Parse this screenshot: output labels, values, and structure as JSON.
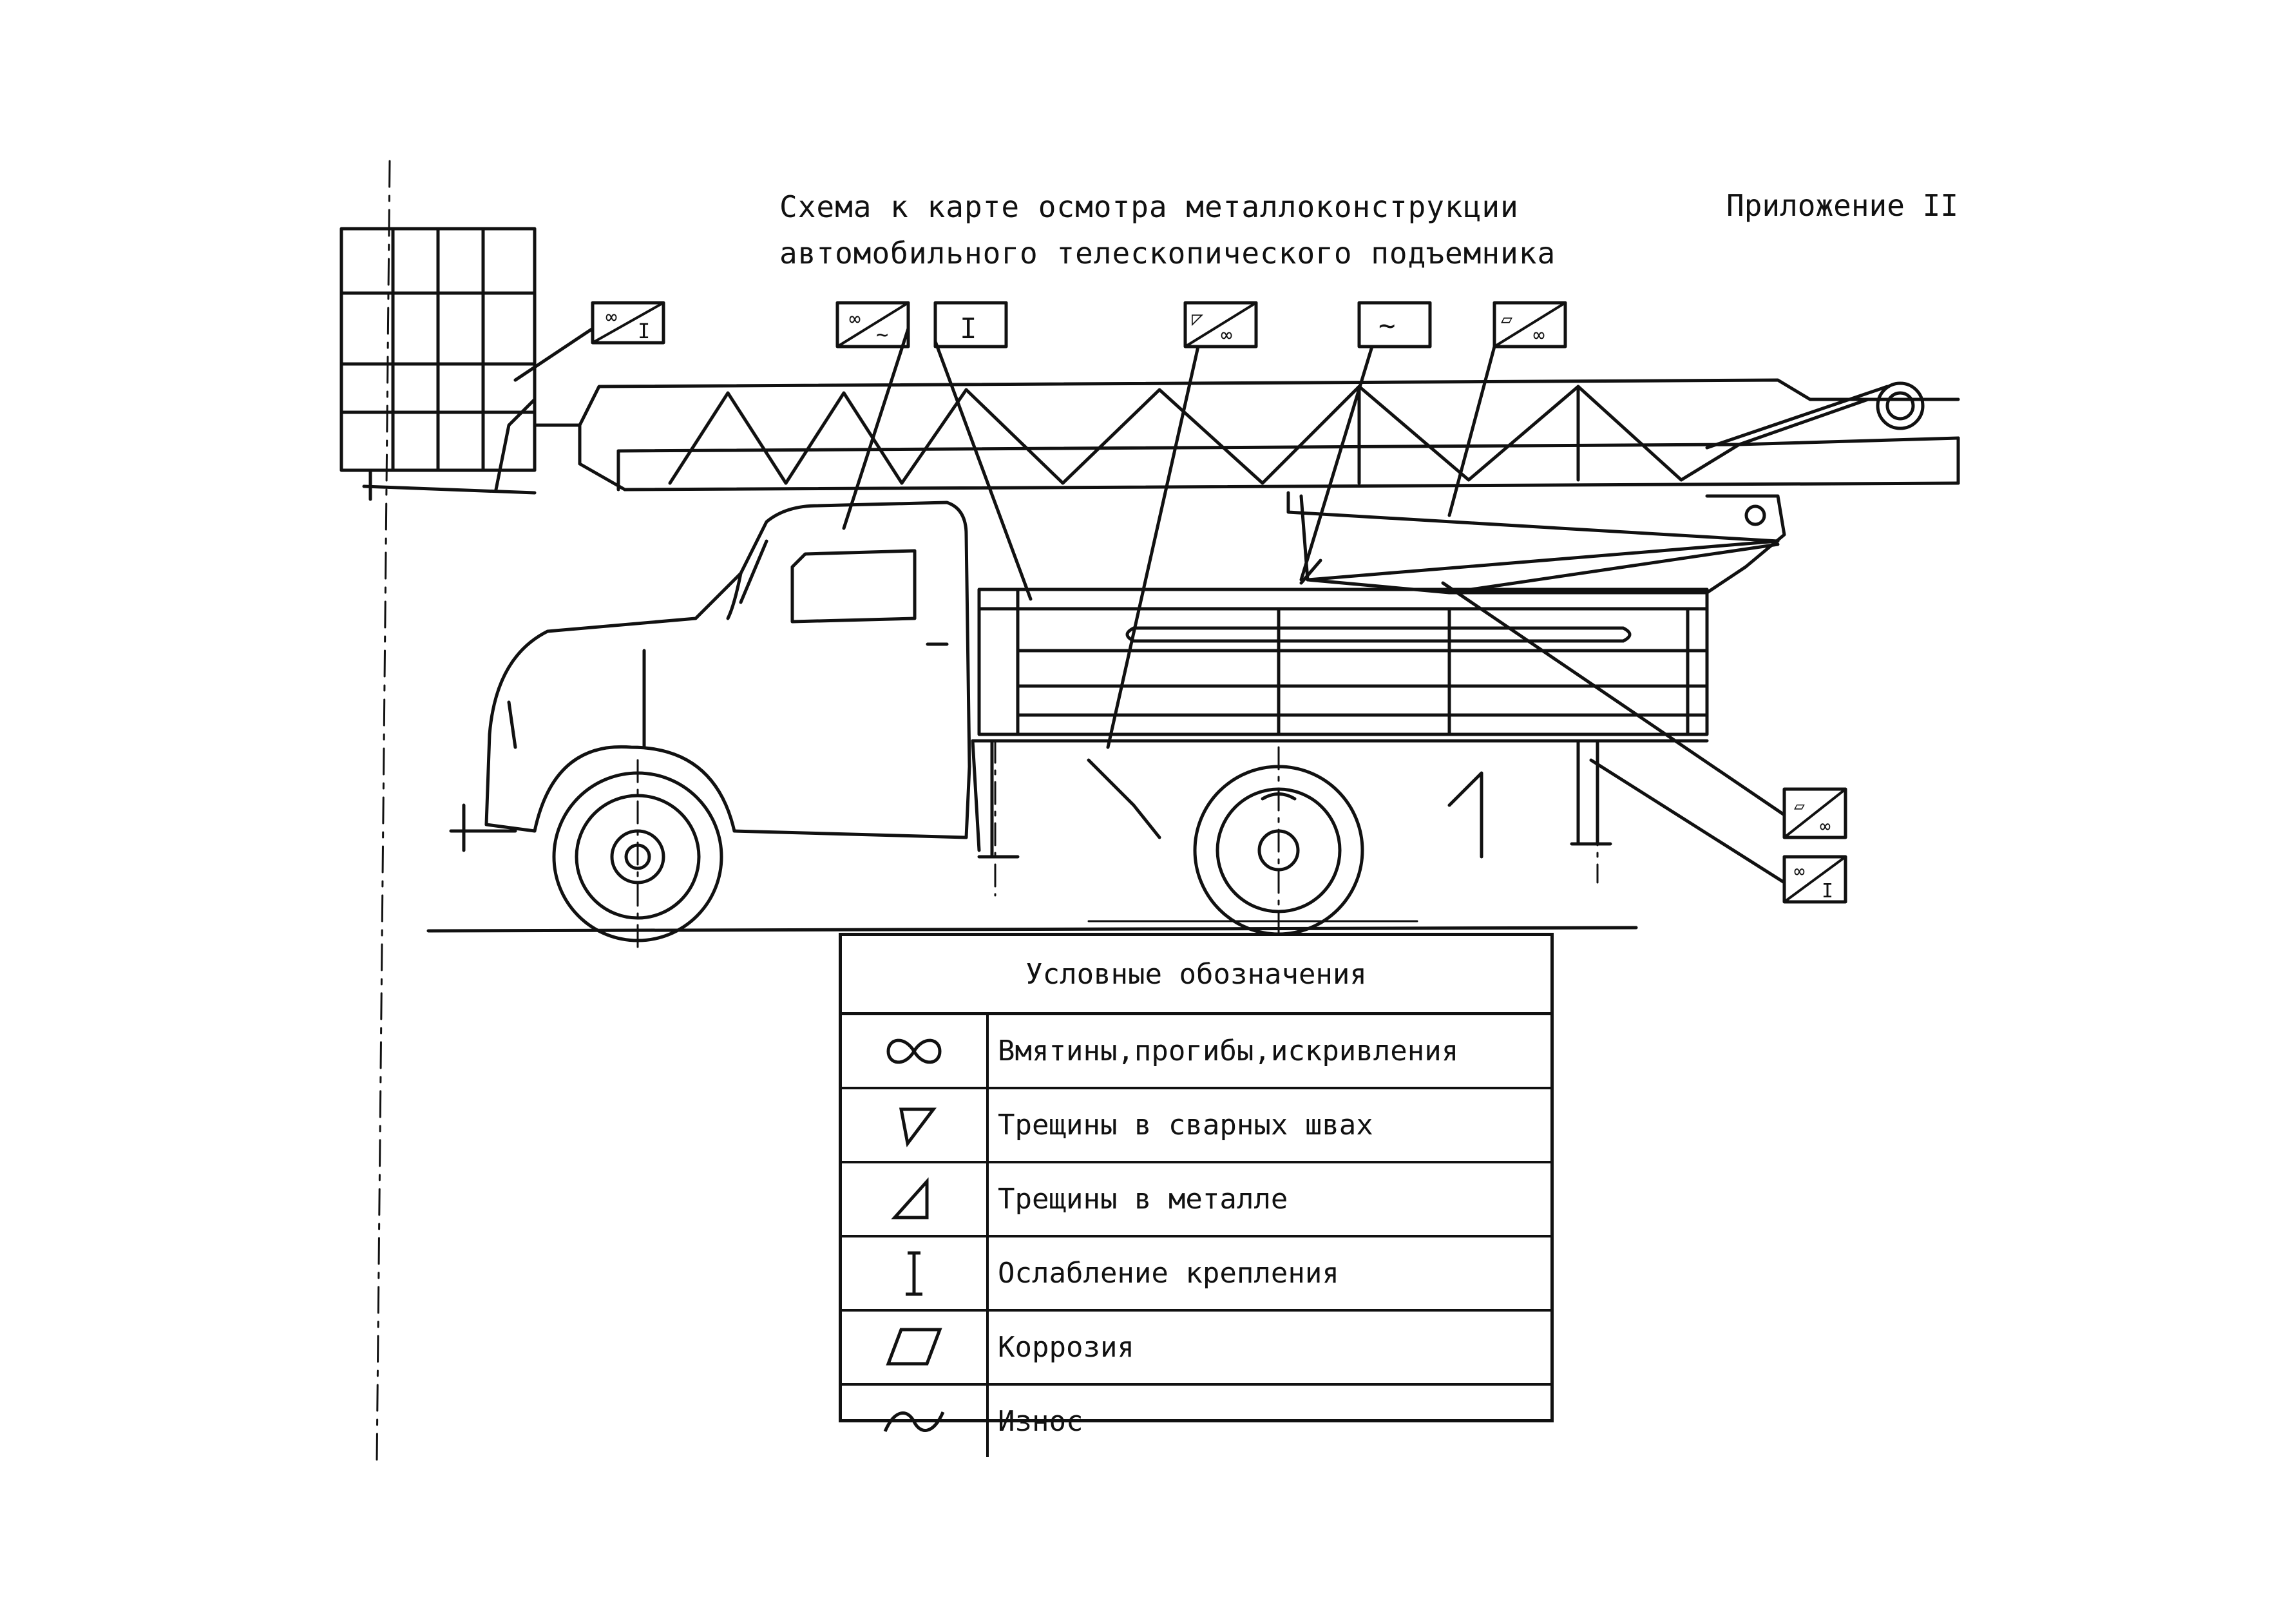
{
  "title": {
    "line1": "Схема к карте осмотра металлоконструкции",
    "line2": "автомобильного телескопического подъемника"
  },
  "appendix_label": "Приложение II",
  "legend": {
    "header": "Условные обозначения",
    "items": [
      {
        "icon": "infinity-dent-icon",
        "label": "Вмятины,прогибы,искривления"
      },
      {
        "icon": "weld-crack-icon",
        "label": "Трещины в сварных швах"
      },
      {
        "icon": "metal-crack-icon",
        "label": "Трещины в металле"
      },
      {
        "icon": "loosening-icon",
        "label": "Ослабление крепления"
      },
      {
        "icon": "corrosion-icon",
        "label": "Коррозия"
      },
      {
        "icon": "wear-icon",
        "label": "Износ"
      }
    ]
  },
  "callout_markers": [
    {
      "id": "basket",
      "symbols": [
        "dent",
        "loosening"
      ]
    },
    {
      "id": "cab",
      "symbols": [
        "dent",
        "wear"
      ]
    },
    {
      "id": "bed-mount",
      "symbols": [
        "loosening"
      ]
    },
    {
      "id": "frame",
      "symbols": [
        "weld-crack",
        "dent"
      ]
    },
    {
      "id": "boom-support",
      "symbols": [
        "wear"
      ]
    },
    {
      "id": "boom-lower",
      "symbols": [
        "corrosion",
        "dent"
      ]
    },
    {
      "id": "rear-upper",
      "symbols": [
        "corrosion",
        "dent"
      ]
    },
    {
      "id": "rear-lower",
      "symbols": [
        "dent",
        "loosening"
      ]
    }
  ]
}
